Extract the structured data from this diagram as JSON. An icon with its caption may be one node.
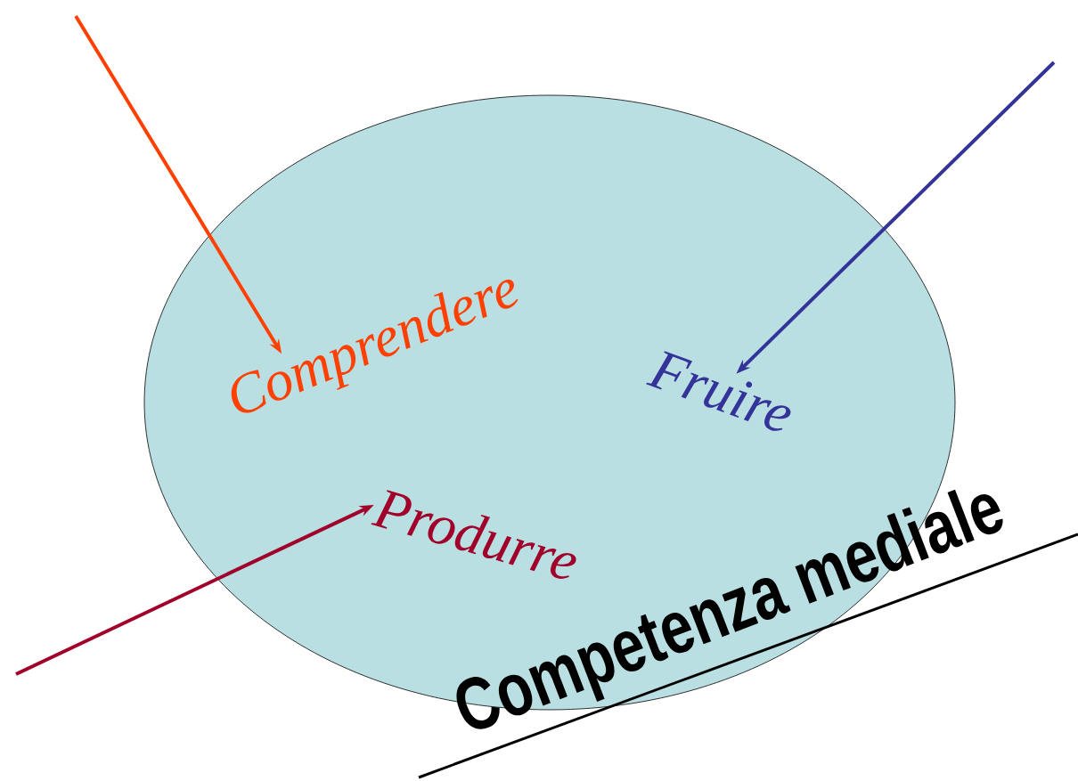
{
  "diagram": {
    "nodes": [
      {
        "text": [],
        "shape": "ellipse"
      },
      {
        "text": [
          "Comprendere"
        ],
        "in": 0
      },
      {
        "text": [
          "Fruire"
        ],
        "in": 0
      },
      {
        "text": [
          "Produrre"
        ],
        "in": 0
      }
    ],
    "edges": [
      {
        "from": null,
        "to": 1,
        "arrow": "to",
        "color": "#ff4000"
      },
      {
        "from": null,
        "to": 2,
        "arrow": "to",
        "color": "#33339a"
      },
      {
        "from": null,
        "to": 3,
        "arrow": "to",
        "color": "#a0002a"
      }
    ],
    "labels": [
      "Competenza mediale"
    ]
  }
}
